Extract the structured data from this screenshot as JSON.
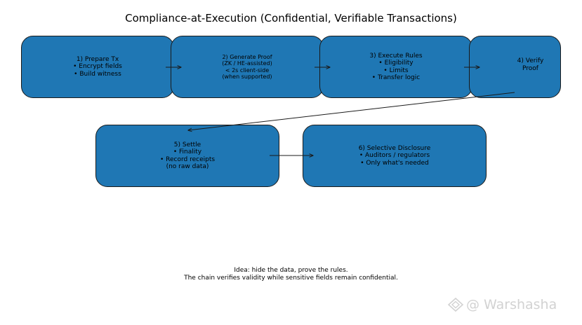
{
  "title": "Compliance-at-Execution (Confidential, Verifiable Transactions)",
  "steps": [
    {
      "lines": [
        "1) Prepare Tx",
        "• Encrypt fields",
        "• Build witness"
      ]
    },
    {
      "lines": [
        "2) Generate Proof",
        "(ZK / HE-assisted)",
        "< 2s client-side",
        "(when supported)"
      ]
    },
    {
      "lines": [
        "3) Execute Rules",
        "• Eligibility",
        "• Limits",
        "• Transfer logic"
      ]
    },
    {
      "lines": [
        "4) Verify",
        "Proof"
      ]
    },
    {
      "lines": [
        "5) Settle",
        "• Finality",
        "• Record receipts",
        "(no raw data)"
      ]
    },
    {
      "lines": [
        "6) Selective Disclosure",
        "• Auditors / regulators",
        "• Only what's needed"
      ]
    }
  ],
  "footer": {
    "line1": "Idea: hide the data, prove the rules.",
    "line2": "The chain verifies validity while sensitive fields remain confidential."
  },
  "watermark": {
    "text": "@ Warshasha",
    "icon": "diamond-logo-icon"
  },
  "colors": {
    "box_fill": "#1f77b4",
    "box_border": "#1a1a1a",
    "arrow": "#1a1a1a",
    "watermark": "#d2d2d2"
  }
}
